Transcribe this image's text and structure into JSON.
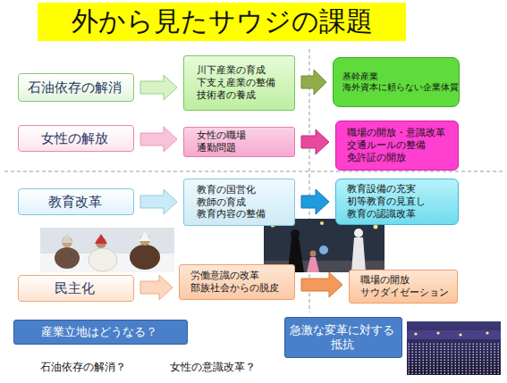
{
  "diagram": {
    "title": "外から見たサウジの課題",
    "nodes": [
      {
        "text": [
          "石油依存の解消"
        ]
      },
      {
        "text": [
          "川下産業の育成",
          "下支え産業の整備",
          "技術者の養成"
        ]
      },
      {
        "text": [
          "基幹産業",
          "海外資本に頼らない企業体質"
        ]
      },
      {
        "text": [
          "女性の解放"
        ]
      },
      {
        "text": [
          "女性の職場",
          "通勤問題"
        ]
      },
      {
        "text": [
          "職場の開放・意識改革",
          "交通ルールの整備",
          "免許証の開放"
        ]
      },
      {
        "text": [
          "教育改革"
        ]
      },
      {
        "text": [
          "教育の国営化",
          "教師の育成",
          "教育内容の整備"
        ]
      },
      {
        "text": [
          "教育設備の充実",
          "初等教育の見直し",
          "教育の認識改革"
        ]
      },
      {
        "text": [
          "民主化"
        ]
      },
      {
        "text": [
          "労働意識の改革",
          "部族社会からの脱皮"
        ]
      },
      {
        "text": [
          "職場の開放",
          "サウダイゼーション"
        ]
      },
      {
        "text": [
          "産業立地はどうなる？"
        ]
      },
      {
        "text": [
          "急激な変革に対する抵抗"
        ]
      }
    ],
    "edges": [
      {
        "from": 0,
        "to": 1,
        "arrow": "to"
      },
      {
        "from": 1,
        "to": 2,
        "arrow": "to"
      },
      {
        "from": 3,
        "to": 4,
        "arrow": "to"
      },
      {
        "from": 4,
        "to": 5,
        "arrow": "to"
      },
      {
        "from": 6,
        "to": 7,
        "arrow": "to"
      },
      {
        "from": 7,
        "to": 8,
        "arrow": "to"
      },
      {
        "from": 9,
        "to": 10,
        "arrow": "to"
      },
      {
        "from": 10,
        "to": 11,
        "arrow": "to"
      }
    ],
    "labels": [
      "石油依存の解消？",
      "女性の意識改革？"
    ]
  }
}
